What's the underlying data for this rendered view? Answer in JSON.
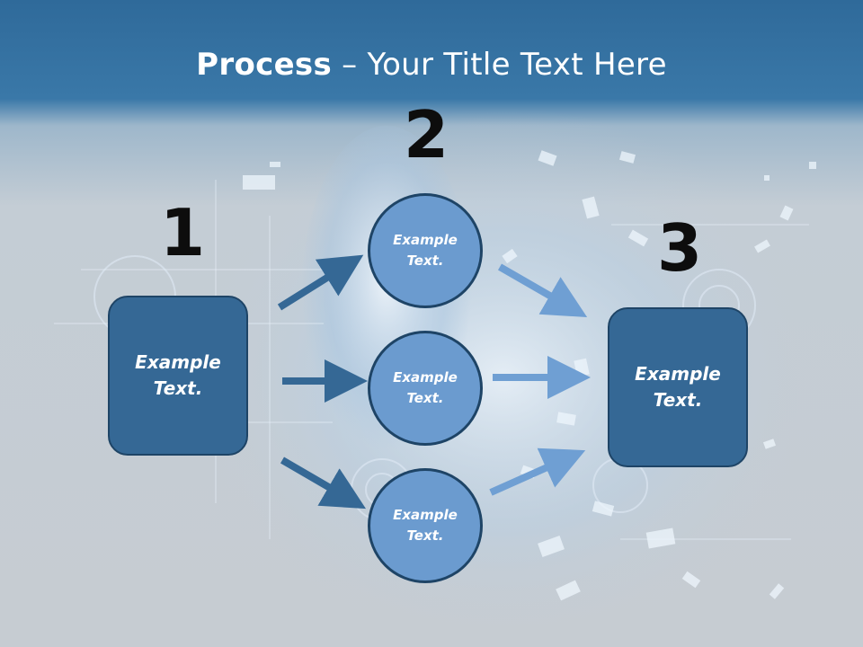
{
  "title": {
    "bold": "Process",
    "rest": " – Your Title Text Here"
  },
  "steps": [
    {
      "number": "1",
      "label": "Example\nText."
    },
    {
      "number": "2",
      "label": "Example\nText."
    },
    {
      "number": "3",
      "label": "Example\nText."
    }
  ],
  "circles": [
    {
      "label": "Example\nText."
    },
    {
      "label": "Example\nText."
    },
    {
      "label": "Example\nText."
    }
  ],
  "colors": {
    "box": "#356895",
    "circle": "#6b9bcf",
    "arrow_dark": "#356895",
    "arrow_light": "#6f9fd3",
    "header": "#2f6a9a"
  }
}
